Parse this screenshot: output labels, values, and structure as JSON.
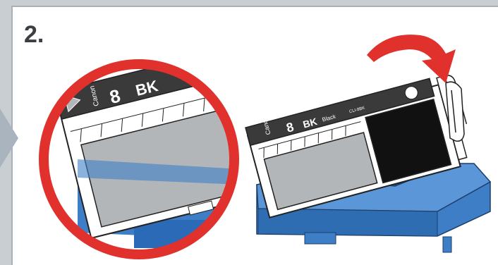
{
  "step": {
    "label": "2."
  },
  "cartridge": {
    "brand": "Canon",
    "model_number": "8",
    "color_code": "BK",
    "color_name": "Black",
    "model_name": "CLI-8BK"
  },
  "zoom_cartridge": {
    "brand": "Canon",
    "model_number": "8",
    "color_code": "BK"
  },
  "colors": {
    "circle": "#e0312d",
    "arrow": "#e0312d",
    "holder_blue": "#3e7ec6",
    "holder_dark": "#2a5c97",
    "cartridge_gray": "#b3b6b8",
    "label_dark": "#333333",
    "frame_border": "#a9b0b6",
    "background": "#c9ced3"
  },
  "icons": [
    "rotate-arrow-icon",
    "previous-step-arrow-icon"
  ]
}
